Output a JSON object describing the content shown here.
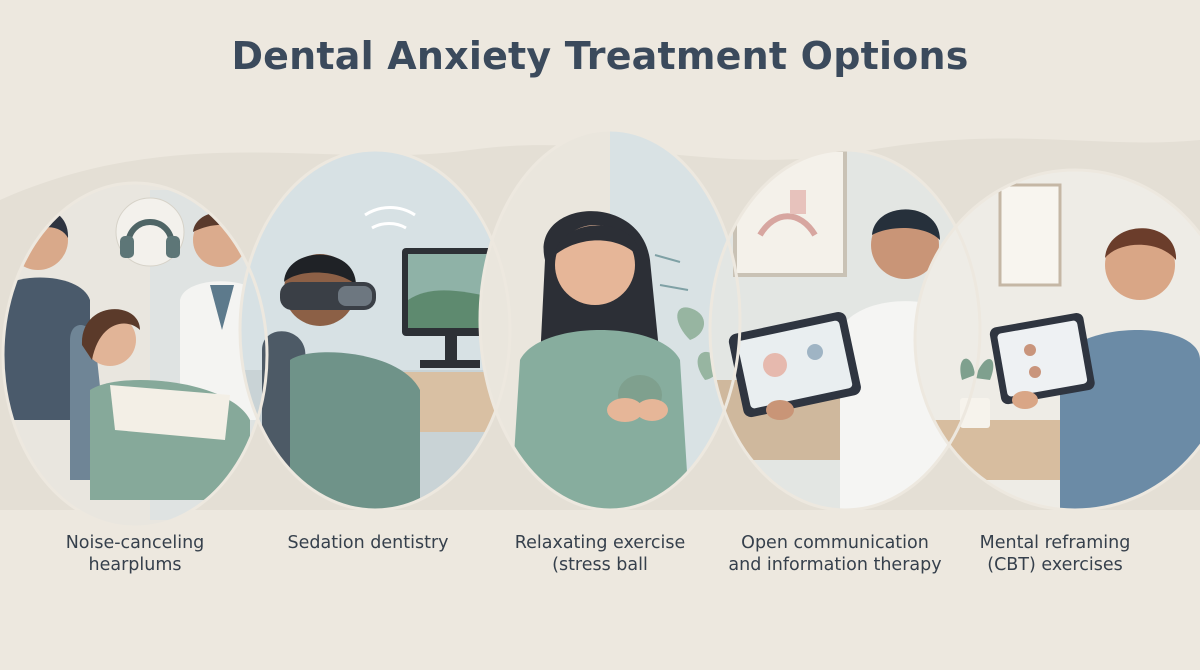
{
  "header": {
    "title": "Dental Anxiety Treatment Options"
  },
  "options": [
    {
      "line1": "Noise-canceling",
      "line2": "hearplums",
      "icon": "headphones-icon"
    },
    {
      "line1": "Sedation dentistry",
      "line2": "",
      "icon": "vr-headset-icon"
    },
    {
      "line1": "Relaxating exercise",
      "line2": "(stress ball",
      "icon": "stress-ball-icon"
    },
    {
      "line1": "Open communication",
      "line2": "and information therapy",
      "icon": "tablet-icon"
    },
    {
      "line1": "Mental reframing",
      "line2": "(CBT) exercises",
      "icon": "tablet-icon"
    }
  ],
  "colors": {
    "background": "#ede8df",
    "title": "#3b4a5c",
    "scrubs": "#4a5a6b",
    "sage_shirt": "#7fa592",
    "accent_blue": "#c8d6dc"
  }
}
